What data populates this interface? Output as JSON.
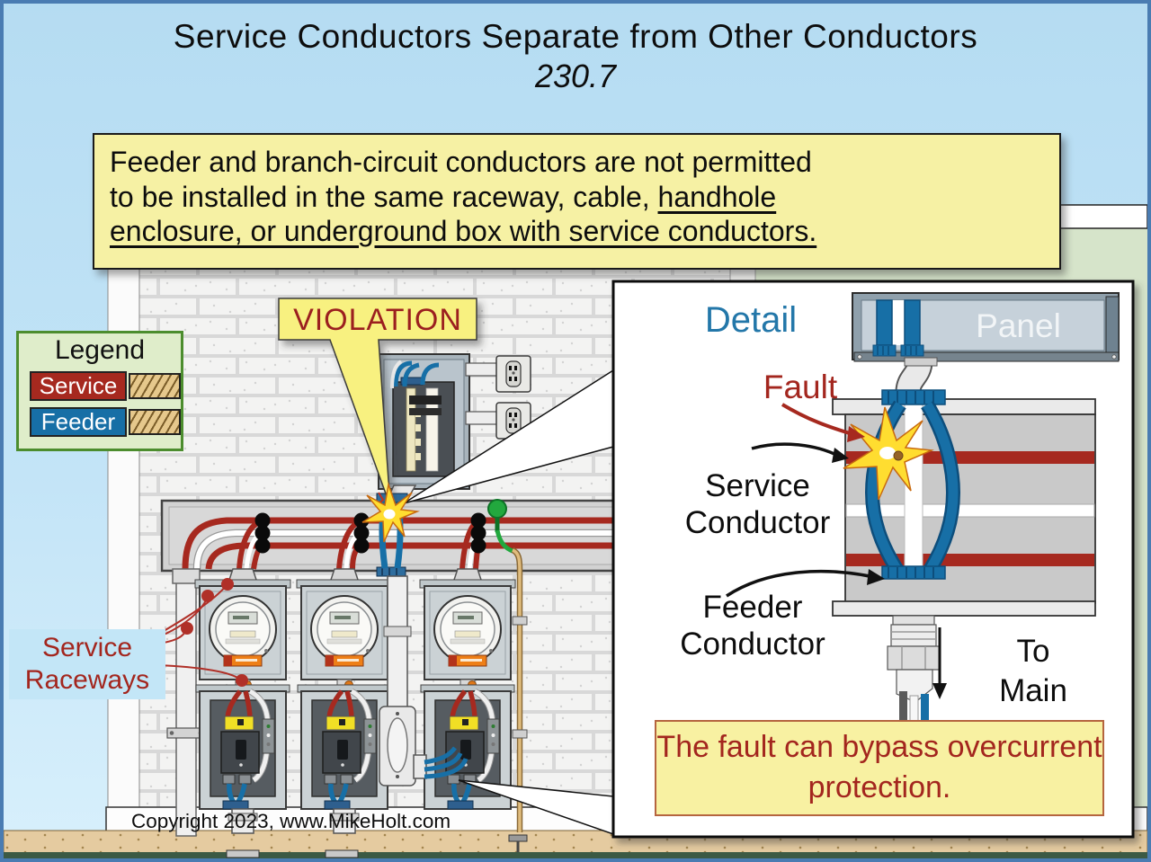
{
  "title": {
    "line1": "Service Conductors Separate from Other Conductors",
    "line2": "230.7"
  },
  "rule_box": {
    "line1": "Feeder and branch-circuit conductors are not permitted",
    "line2_normal": "to be installed in the same raceway, cable, ",
    "line2_underlined": "handhole",
    "line3_underlined": "enclosure, or underground box with service conductors."
  },
  "labels": {
    "violation": "VIOLATION",
    "service_raceways": "Service Raceways"
  },
  "legend": {
    "title": "Legend",
    "items": [
      {
        "label": "Service",
        "color": "#a6291f"
      },
      {
        "label": "Feeder",
        "color": "#176fa6"
      }
    ]
  },
  "detail_inset": {
    "title": "Detail",
    "panel": "Panel",
    "fault": "Fault",
    "service_conductor": "Service Conductor",
    "feeder_conductor": "Feeder Conductor",
    "to_main": "To Main",
    "note": "The fault can bypass overcurrent protection."
  },
  "footer": {
    "copyright": "Copyright 2023, www.MikeHolt.com"
  },
  "colors": {
    "service_red": "#a6291f",
    "feeder_blue": "#176fa6",
    "violation_text": "#9b1f1f",
    "callout_yellow": "#f8f180",
    "rule_box_yellow": "#f6f1a4",
    "legend_green_bg": "#dfedca",
    "sky_blue": "#b9def2",
    "side_wall_green": "#d6e4ca",
    "ground_sand": "#e5cba0",
    "detail_title_blue": "#2377a9"
  }
}
